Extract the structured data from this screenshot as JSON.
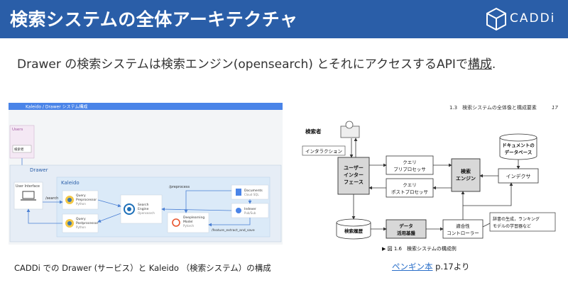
{
  "header": {
    "title": "検索システムの全体アーキテクチャ",
    "logo_text": "CADDi",
    "bg_color": "#2a5ea8"
  },
  "subtitle": {
    "text_main": "Drawer の検索システムは検索エンジン(opensearch) とそれにアクセスするAPIで",
    "text_underlined": "構成",
    "text_end": "."
  },
  "left_diagram": {
    "banner": "Kaleido / Drawer システム構成",
    "users_label": "Users",
    "user_tag": "検索者",
    "drawer_label": "Drawer",
    "user_interface": "User Interface",
    "kaleido_label": "Kaleido",
    "search_route": "/search",
    "preprocess_route": "/preprocess",
    "feature_route": "/feature_extract_and_save",
    "query_pre": {
      "title": "Query",
      "title2": "Preprocessor",
      "sub": "Python"
    },
    "query_post": {
      "title": "Query",
      "title2": "Postprocessor",
      "sub": "Python"
    },
    "search_engine": {
      "title": "Search",
      "title2": "Engine",
      "sub": "Opensearch"
    },
    "dl_model": {
      "title": "Deeplearning",
      "title2": "Model",
      "sub": "Pytorch"
    },
    "documents": {
      "title": "Documents",
      "sub": "Cloud SQL"
    },
    "indexer": {
      "title": "Indexer",
      "sub": "Pub/Sub"
    },
    "caption": "CADDi での Drawer (サービス）と Kaleido （検索システム）の構成"
  },
  "right_diagram": {
    "header": "1.3　検索システムの全体像と構成要素",
    "page_num": "17",
    "searcher": "検索者",
    "interaction": "インタラクション",
    "ui": [
      "ユーザー",
      "インター",
      "フェース"
    ],
    "query_pre": [
      "クエリ",
      "プリプロセッサ"
    ],
    "query_post": [
      "クエリ",
      "ポストプロセッサ"
    ],
    "engine": [
      "検索",
      "エンジン"
    ],
    "indexer": "インデクサ",
    "doc_db": [
      "ドキュメントの",
      "データベース"
    ],
    "history": "検索履歴",
    "data_platform": [
      "データ",
      "活用基盤"
    ],
    "relevance": [
      "適合性",
      "コントローラー"
    ],
    "dict_note": [
      "辞書の生成，ランキング",
      "モデルの学習器など"
    ],
    "figure_caption": "▶ 図 1.6　検索システムの構成例",
    "source_link": "ペンギン本",
    "source_rest": " p.17より"
  }
}
